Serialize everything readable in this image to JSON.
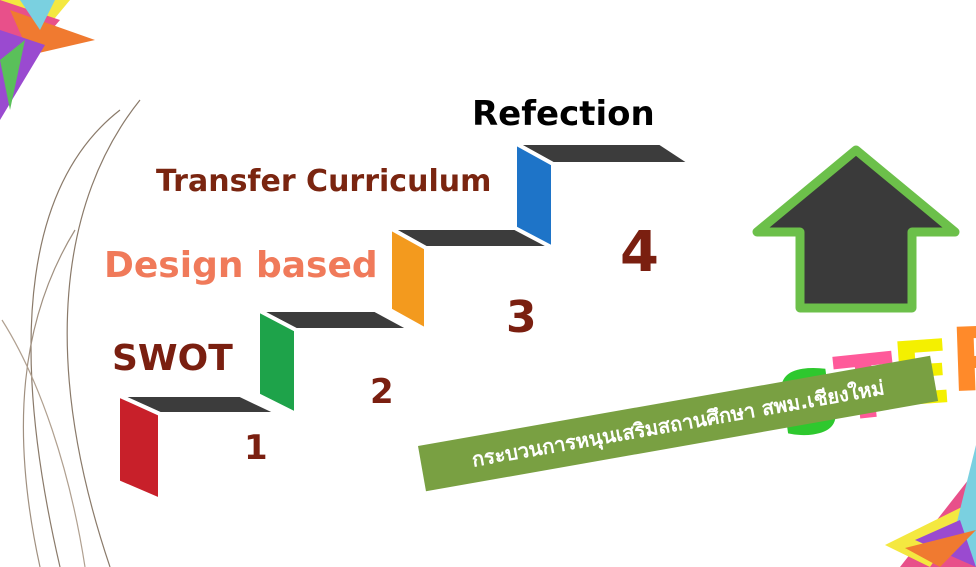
{
  "stages": [
    {
      "label": "SWOT",
      "number": "1",
      "label_color": "#7a1f10",
      "riser_color": "#c8202a"
    },
    {
      "label": "Design based",
      "number": "2",
      "label_color": "#f07a5a",
      "riser_color": "#1ea34a"
    },
    {
      "label": "Transfer Curriculum",
      "number": "3",
      "label_color": "#7a2510",
      "riser_color": "#f39a1e"
    },
    {
      "label": "Refection",
      "number": "4",
      "label_color": "#000000",
      "riser_color": "#1e74c8"
    }
  ],
  "step_word": {
    "letters": [
      {
        "char": "S",
        "color": "#2ec82e"
      },
      {
        "char": "T",
        "color": "#ff5a9a"
      },
      {
        "char": "E",
        "color": "#f4f000"
      },
      {
        "char": "P",
        "color": "#ff8a2a"
      }
    ]
  },
  "banner": {
    "text": "กระบวนการหนุนเสริมสถานศึกษา สพม.เชียงใหม่",
    "color": "#79a042"
  },
  "arrow": {
    "icon": "up-arrow-icon",
    "fill": "#3a3a3a",
    "outline": "#6cc04a"
  },
  "colors": {
    "tread": "#3c3c3c",
    "background": "#ffffff"
  }
}
